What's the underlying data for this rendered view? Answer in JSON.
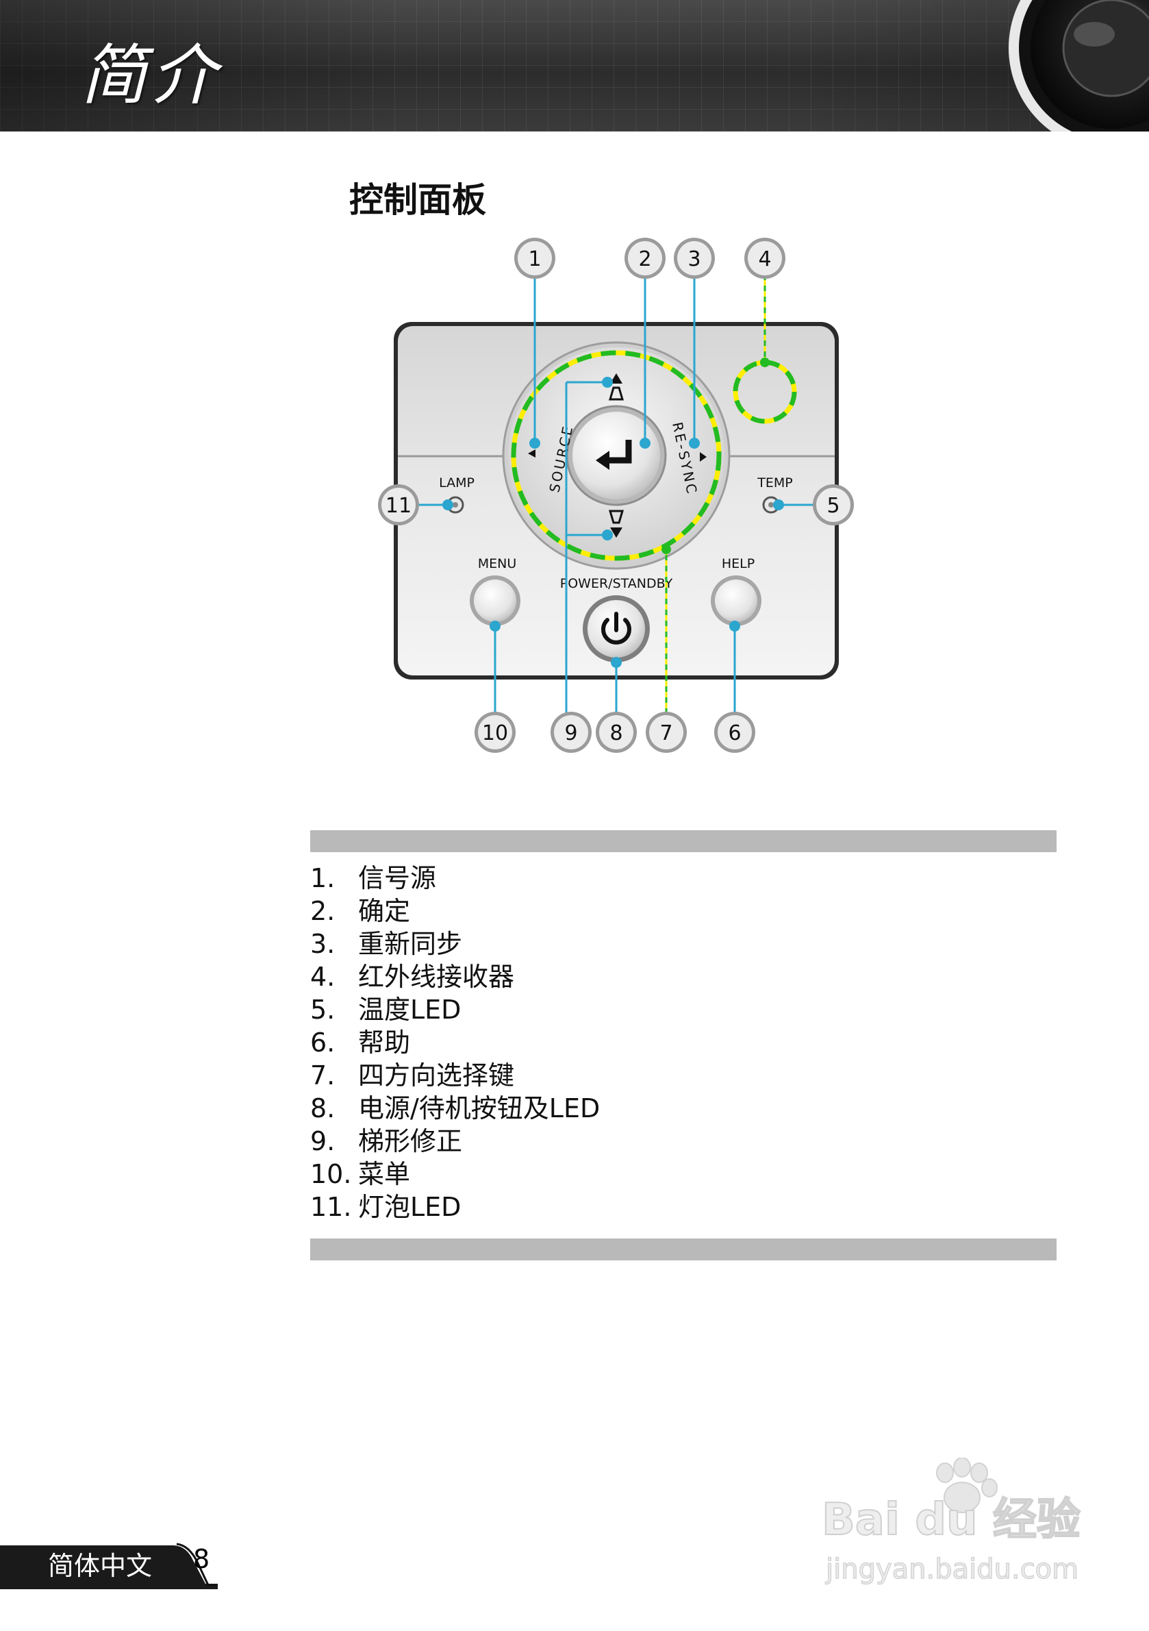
{
  "header": {
    "title": "简介"
  },
  "section": {
    "title": "控制面板"
  },
  "panel_labels": {
    "source": "SOURCE",
    "resync": "RE-SYNC",
    "lamp": "LAMP",
    "temp": "TEMP",
    "menu": "MENU",
    "help": "HELP",
    "power": "POWER/STANDBY"
  },
  "callouts": [
    "1",
    "2",
    "3",
    "4",
    "5",
    "6",
    "7",
    "8",
    "9",
    "10",
    "11"
  ],
  "legend": [
    {
      "num": "1.",
      "text": "信号源"
    },
    {
      "num": "2.",
      "text": "确定"
    },
    {
      "num": "3.",
      "text": "重新同步"
    },
    {
      "num": "4.",
      "text": "红外线接收器"
    },
    {
      "num": "5.",
      "text": "温度LED"
    },
    {
      "num": "6.",
      "text": "帮助"
    },
    {
      "num": "7.",
      "text": "四方向选择键"
    },
    {
      "num": "8.",
      "text": "电源/待机按钮及LED"
    },
    {
      "num": "9.",
      "text": "梯形修正"
    },
    {
      "num": "10.",
      "text": "菜单"
    },
    {
      "num": "11.",
      "text": "灯泡LED"
    }
  ],
  "footer": {
    "language": "简体中文",
    "page": "8"
  },
  "watermark": {
    "brand": "Bai du 经验",
    "url": "jingyan.baidu.com"
  }
}
